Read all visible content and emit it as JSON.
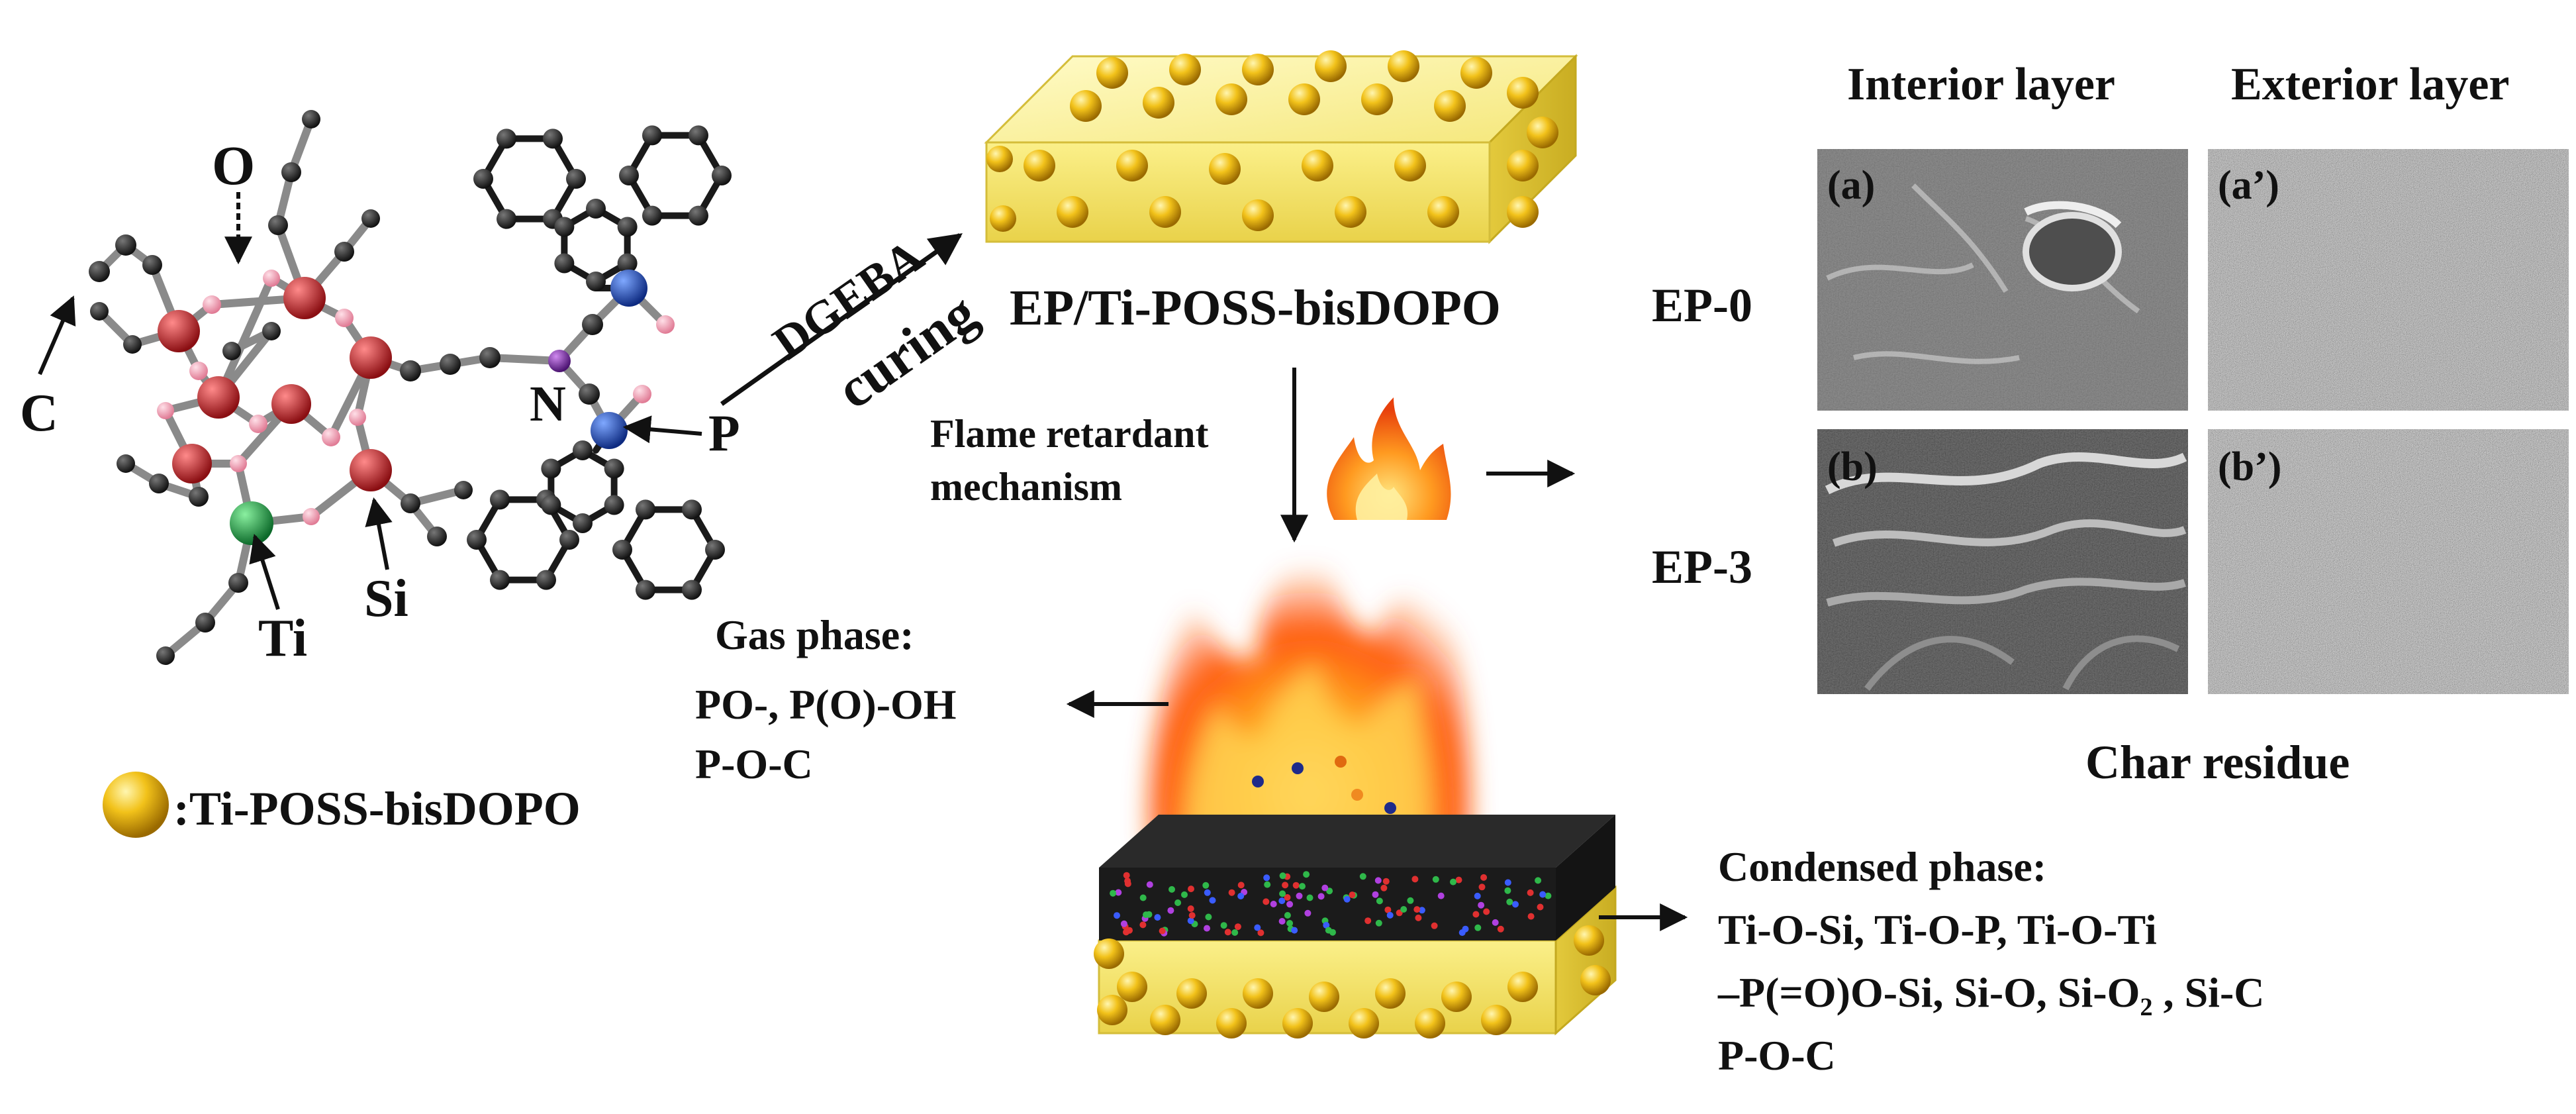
{
  "molecule": {
    "atom_labels": {
      "O": "O",
      "C": "C",
      "N": "N",
      "P": "P",
      "Ti": "Ti",
      "Si": "Si"
    },
    "colors": {
      "O": "#f07a9a",
      "C": "#1a1a1a",
      "N": "#7a2aa0",
      "P": "#1f3fa8",
      "Ti": "#1f9a4a",
      "Si": "#cc1f2a"
    }
  },
  "legend": {
    "label": ":Ti-POSS-bisDOPO"
  },
  "reaction": {
    "reagent": "DGEBA",
    "process": "curing"
  },
  "product": {
    "label": "EP/Ti-POSS-bisDOPO"
  },
  "mechanism": {
    "line1": "Flame retardant",
    "line2": "mechanism"
  },
  "gas_phase": {
    "title": "Gas phase:",
    "line1": "PO-, P(O)-OH",
    "line2": "P-O-C"
  },
  "condensed_phase": {
    "title": "Condensed phase:",
    "line1": "Ti-O-Si, Ti-O-P, Ti-O-Ti",
    "line2": "–P(=O)O-Si, Si-O, Si-O₂ , Si-C",
    "line3": "P-O-C"
  },
  "sem": {
    "col_headers": [
      "Interior layer",
      "Exterior layer"
    ],
    "row_labels": [
      "EP-0",
      "EP-3"
    ],
    "panels": [
      "(a)",
      "(a’)",
      "(b)",
      "(b’)"
    ],
    "caption": "Char residue"
  }
}
